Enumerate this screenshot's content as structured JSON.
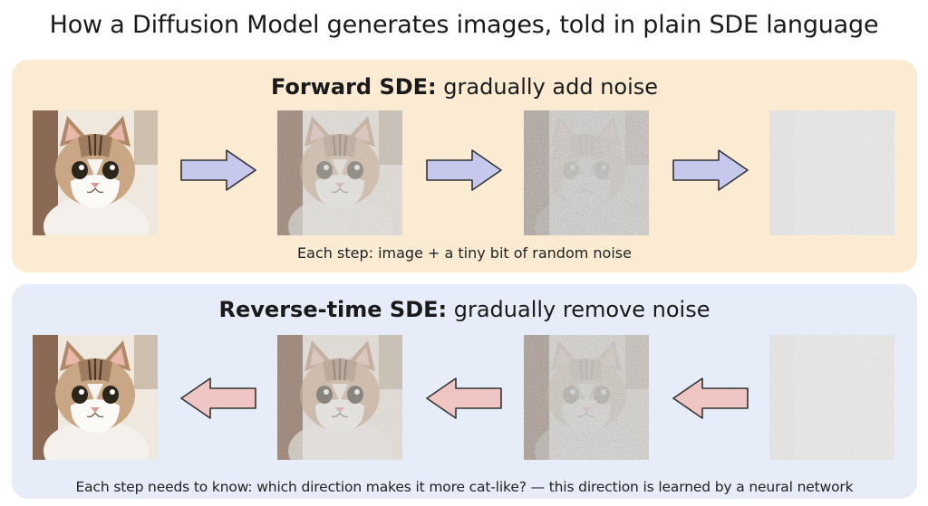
{
  "title": "How a Diffusion Model generates images, told in plain SDE language",
  "forward": {
    "title_strong": "Forward SDE:",
    "title_rest": " gradually add noise",
    "caption": "Each step: image + a tiny bit of random noise",
    "arrow_color": "#c6c8ec",
    "noise_levels": [
      0,
      0.35,
      0.7,
      1
    ]
  },
  "reverse": {
    "title_strong": "Reverse-time SDE:",
    "title_rest": " gradually remove noise",
    "caption": "Each step needs to know: which direction makes it more cat-like? — this direction is learned by a neural network",
    "arrow_color": "#f0c6c4",
    "noise_levels": [
      0,
      0.3,
      0.6,
      1
    ]
  },
  "colors": {
    "forward_bg": "#fbebd2",
    "reverse_bg": "#e6ecf8"
  }
}
